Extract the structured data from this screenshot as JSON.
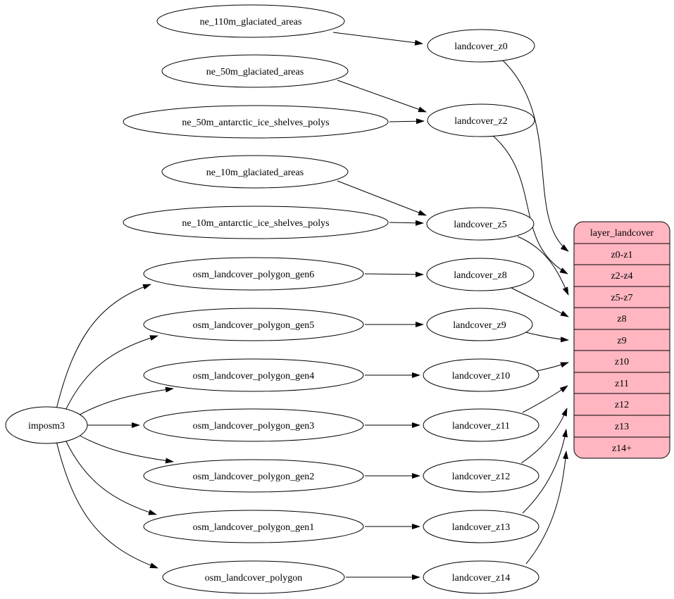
{
  "diagram": {
    "background_color": "#ffffff",
    "edge_color": "#000000",
    "nodes": {
      "imposm3": "imposm3",
      "ne_110m_glaciated_areas": "ne_110m_glaciated_areas",
      "ne_50m_glaciated_areas": "ne_50m_glaciated_areas",
      "ne_50m_antarctic_ice_shelves_polys": "ne_50m_antarctic_ice_shelves_polys",
      "ne_10m_glaciated_areas": "ne_10m_glaciated_areas",
      "ne_10m_antarctic_ice_shelves_polys": "ne_10m_antarctic_ice_shelves_polys",
      "osm_landcover_polygon_gen6": "osm_landcover_polygon_gen6",
      "osm_landcover_polygon_gen5": "osm_landcover_polygon_gen5",
      "osm_landcover_polygon_gen4": "osm_landcover_polygon_gen4",
      "osm_landcover_polygon_gen3": "osm_landcover_polygon_gen3",
      "osm_landcover_polygon_gen2": "osm_landcover_polygon_gen2",
      "osm_landcover_polygon_gen1": "osm_landcover_polygon_gen1",
      "osm_landcover_polygon": "osm_landcover_polygon",
      "landcover_z0": "landcover_z0",
      "landcover_z2": "landcover_z2",
      "landcover_z5": "landcover_z5",
      "landcover_z8": "landcover_z8",
      "landcover_z9": "landcover_z9",
      "landcover_z10": "landcover_z10",
      "landcover_z11": "landcover_z11",
      "landcover_z12": "landcover_z12",
      "landcover_z13": "landcover_z13",
      "landcover_z14": "landcover_z14"
    },
    "record": {
      "title": "layer_landcover",
      "rows": [
        "z0-z1",
        "z2-z4",
        "z5-z7",
        "z8",
        "z9",
        "z10",
        "z11",
        "z12",
        "z13",
        "z14+"
      ],
      "fill": "#ffb6c1",
      "stroke": "#000000"
    }
  }
}
